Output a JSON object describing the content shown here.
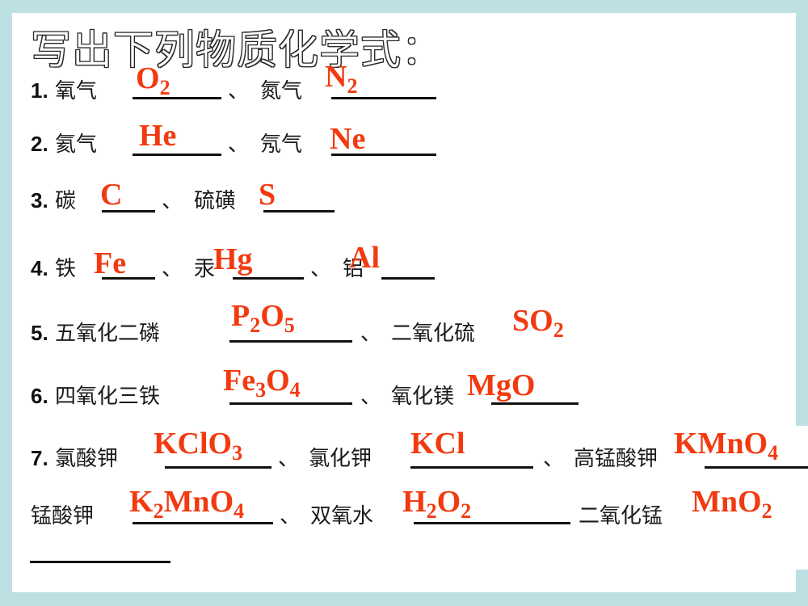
{
  "title": "写出下列物质化学式：",
  "colors": {
    "frame": "#bde0e3",
    "panel": "#ffffff",
    "answer": "#f23a10",
    "text": "#111111"
  },
  "questions": [
    {
      "number": "1.",
      "items": [
        {
          "label": "氧气",
          "answer": {
            "base": "O",
            "sub": "2"
          }
        },
        {
          "label": "氮气",
          "answer": {
            "base": "N",
            "sub": "2"
          }
        }
      ]
    },
    {
      "number": "2.",
      "items": [
        {
          "label": "氦气",
          "answer": {
            "text": "He"
          }
        },
        {
          "label": "氖气",
          "answer": {
            "text": "Ne"
          }
        }
      ]
    },
    {
      "number": "3.",
      "items": [
        {
          "label": "碳",
          "answer": {
            "text": "C"
          }
        },
        {
          "label": "硫磺",
          "answer": {
            "text": "S"
          }
        }
      ]
    },
    {
      "number": "4.",
      "items": [
        {
          "label": "铁",
          "answer": {
            "text": "Fe"
          }
        },
        {
          "label": "汞",
          "answer": {
            "text": "Hg"
          }
        },
        {
          "label": "铝",
          "answer": {
            "text": "Al"
          }
        }
      ]
    },
    {
      "number": "5.",
      "items": [
        {
          "label": "五氧化二磷",
          "answer": {
            "parts": [
              "P",
              "2",
              "O",
              "5"
            ]
          }
        },
        {
          "label": "二氧化硫",
          "answer": {
            "parts": [
              "SO",
              "2"
            ]
          }
        }
      ]
    },
    {
      "number": "6.",
      "items": [
        {
          "label": "四氧化三铁",
          "answer": {
            "parts": [
              "Fe",
              "3",
              "O",
              "4"
            ]
          }
        },
        {
          "label": "氧化镁",
          "answer": {
            "text": "MgO"
          }
        }
      ]
    },
    {
      "number": "7.",
      "items": [
        {
          "label": "氯酸钾",
          "answer": {
            "parts": [
              "KClO",
              "3"
            ]
          }
        },
        {
          "label": "氯化钾",
          "answer": {
            "text": "KCl"
          }
        },
        {
          "label": "高锰酸钾",
          "answer": {
            "parts": [
              "KMnO",
              "4"
            ]
          }
        },
        {
          "label": "锰酸钾",
          "answer": {
            "parts": [
              "K",
              "2",
              "MnO",
              "4"
            ]
          }
        },
        {
          "label": "双氧水",
          "answer": {
            "parts": [
              "H",
              "2",
              "O",
              "2"
            ]
          }
        },
        {
          "label": "二氧化锰",
          "answer": {
            "parts": [
              "MnO",
              "2"
            ]
          }
        }
      ]
    }
  ],
  "separator": "、"
}
